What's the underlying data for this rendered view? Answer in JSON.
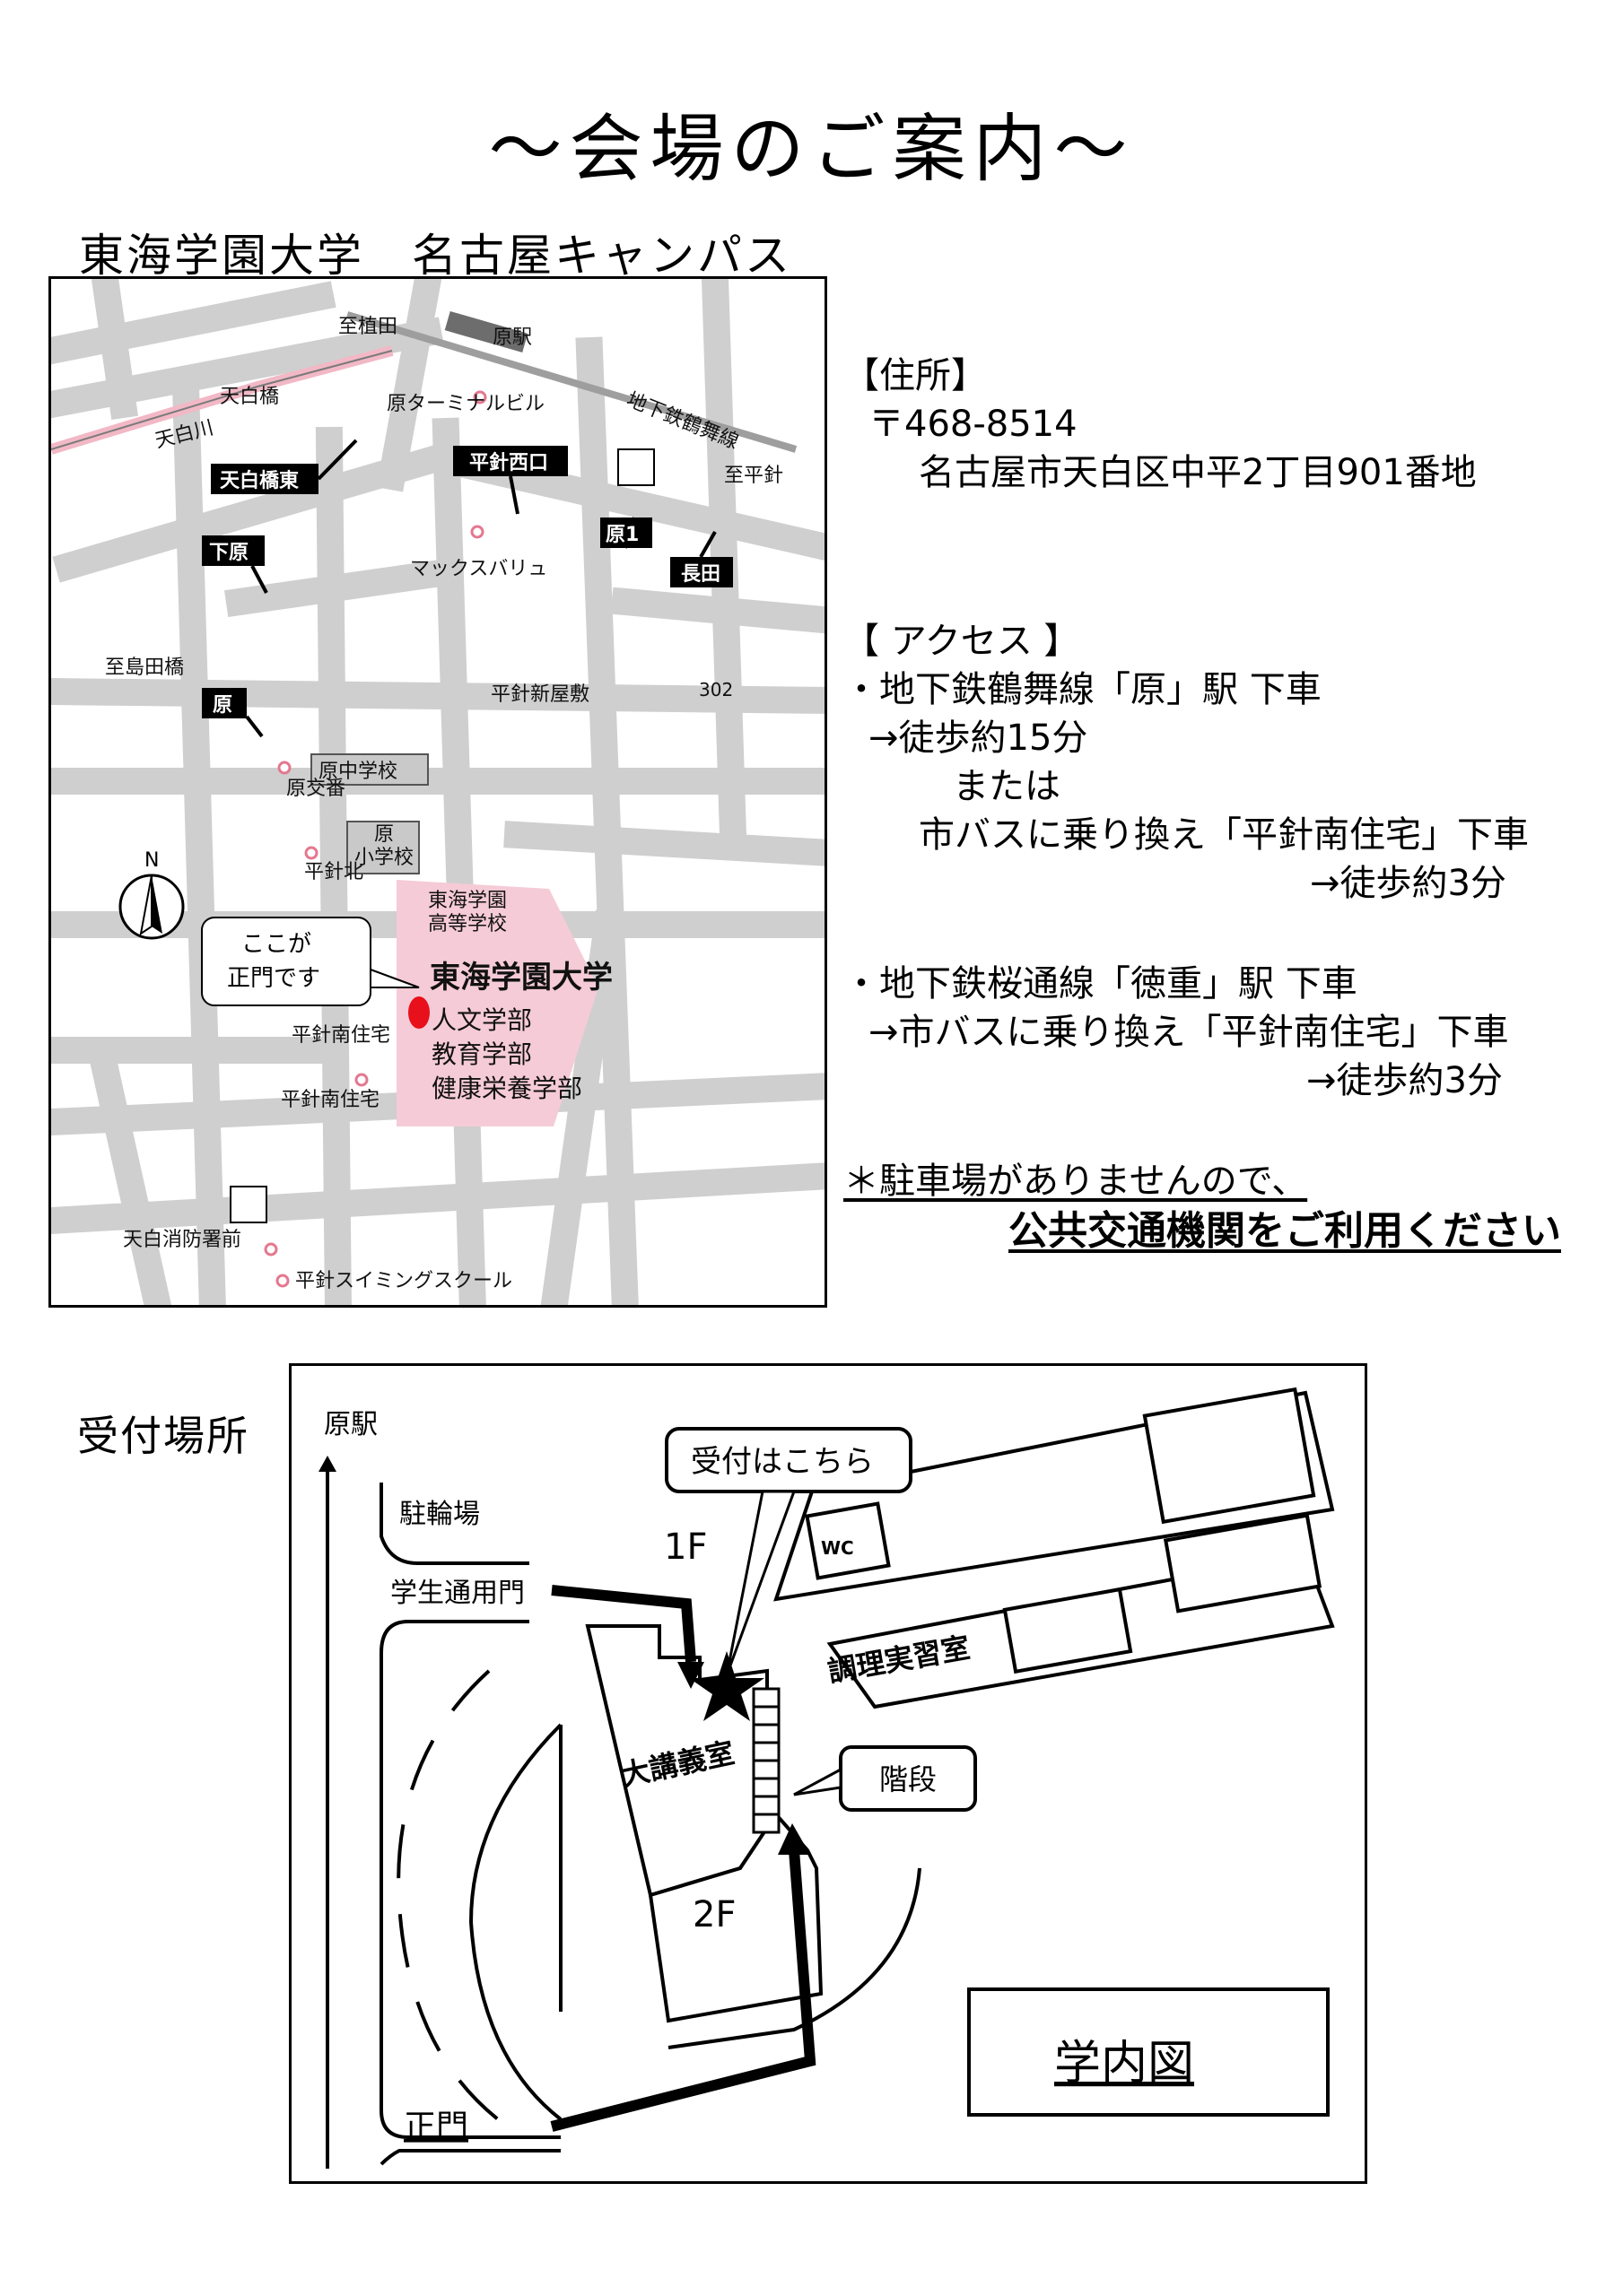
{
  "page_title": "〜会場のご案内〜",
  "campus_title": "東海学園大学　名古屋キャンパス",
  "address": {
    "heading": "【住所】",
    "postal": "〒468-8514",
    "line": "名古屋市天白区中平2丁目901番地"
  },
  "access": {
    "heading": "【 アクセス 】",
    "route1": "・地下鉄鶴舞線「原」駅 下車",
    "route1_walk": "→徒歩約15分",
    "or": "または",
    "route1_bus": "市バスに乗り換え「平針南住宅」下車",
    "route1_bus_walk": "→徒歩約3分",
    "route2": "・地下鉄桜通線「徳重」駅 下車",
    "route2_bus": "→市バスに乗り換え「平針南住宅」下車",
    "route2_walk": "→徒歩約3分"
  },
  "parking": {
    "line1": "＊駐車場がありませんので、",
    "line2": "公共交通機関をご利用ください"
  },
  "map": {
    "north": "N",
    "labels": {
      "shiuekida": "至植田",
      "hara_station": "原駅",
      "subway_line": "地下鉄鶴舞線",
      "tenpaku_bashi": "天白橋",
      "tenpaku_river": "天白川",
      "hara_terminal": "原ターミナルビル",
      "shihirabari": "至平針",
      "tenpakubashi_higashi": "天白橋東",
      "hirabari_nishiguchi": "平針西口",
      "hara1": "原1",
      "nagata": "長田",
      "shimohara": "下原",
      "max_value": "マックスバリュ",
      "shishimadabashi": "至島田橋",
      "hirabari_shinyashiki": "平針新屋敷",
      "route302": "302",
      "hara": "原",
      "hara_junior_high": "原中学校",
      "hara_koban": "原交番",
      "hara_elementary_1": "原",
      "hara_elementary_2": "小学校",
      "hirabari_kita": "平針北",
      "tokai_highschool_1": "東海学園",
      "tokai_highschool_2": "高等学校",
      "tokai_univ": "東海学園大学",
      "faculty1": "人文学部",
      "faculty2": "教育学部",
      "faculty3": "健康栄養学部",
      "callout1": "ここが",
      "callout2": "正門です",
      "hirabari_minami_1": "平針南住宅",
      "hirabari_minami_2": "平針南住宅",
      "tenpaku_fire": "天白消防署前",
      "hirabari_swim": "平針スイミングスクール"
    }
  },
  "reception_title": "受付場所",
  "floor": {
    "hara_station": "原駅",
    "bike_parking": "駐輪場",
    "student_gate": "学生通用門",
    "reception_here": "受付はこちら",
    "floor1": "1F",
    "wc": "WC",
    "cooking_room": "調理実習室",
    "lecture_hall": "大講義室",
    "stairs": "階段",
    "floor2": "2F",
    "campus_map": "学内図",
    "main_gate": "正門"
  }
}
